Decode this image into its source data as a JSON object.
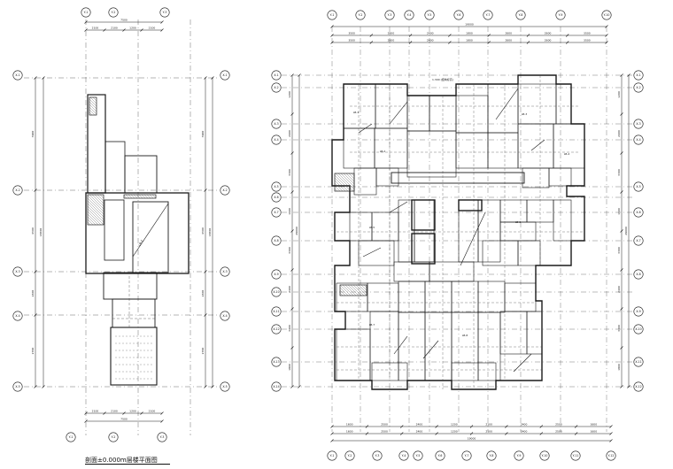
{
  "drawing": {
    "caption": "剖面±0.000m层楼平面图",
    "line_color": "#1a1a1a",
    "dash_color": "#444444",
    "hatch_color": "#555555"
  },
  "left_plan": {
    "top_axes": [
      "Y-1",
      "Y-2",
      "Y-3"
    ],
    "bottom_axes": [
      "Y-1",
      "Y-2",
      "Y-3"
    ],
    "left_axes": [
      "X-1",
      "X-2",
      "X-3",
      "X-4",
      "X-5"
    ],
    "right_axes": [
      "X-1",
      "X-2",
      "X-3",
      "X-4",
      "X-5"
    ],
    "top_dims": [
      "2100",
      "2100",
      "1200",
      "2100"
    ],
    "top_total": "7500",
    "bottom_dims": [
      "2100",
      "2100",
      "1200",
      "2100"
    ],
    "bottom_total": "7500",
    "side_dims": [
      "3900",
      "4500",
      "2400",
      "2700",
      "3300"
    ],
    "side_total": "18300"
  },
  "right_plan": {
    "top_axes": [
      "Y-1",
      "Y-2",
      "Y-3",
      "Y-4",
      "Y-5",
      "Y-6",
      "Y-7",
      "Y-8",
      "Y-9",
      "Y-10"
    ],
    "bottom_axes": [
      "Y-1",
      "Y-2",
      "Y-3",
      "Y-4",
      "Y-5",
      "Y-6",
      "Y-7",
      "Y-8",
      "Y-9",
      "Y-10",
      "Y-11",
      "Y-12"
    ],
    "left_axes": [
      "X-1",
      "X-2",
      "X-3",
      "X-4",
      "X-5",
      "X-6",
      "X-7",
      "X-8",
      "X-9",
      "X-10",
      "X-11",
      "X-12",
      "X-13",
      "X-14"
    ],
    "right_axes": [
      "X-1",
      "X-2",
      "X-3",
      "X-4",
      "X-5",
      "X-6",
      "X-7",
      "X-8",
      "X-9",
      "X-10",
      "X-11",
      "X-12"
    ],
    "top_dims": [
      "3500",
      "2600",
      "2400",
      "1800",
      "2600",
      "2600",
      "3500"
    ],
    "top_total": "19000",
    "bottom_dims": [
      "1600",
      "2500",
      "2400",
      "1200",
      "2100",
      "2400",
      "2500",
      "1600"
    ],
    "bottom_total": "19000",
    "side_dims": [
      "1200",
      "2600",
      "3300",
      "1500",
      "3300",
      "2400",
      "3300",
      "1800"
    ],
    "side_total": "29000",
    "plan_note": "1.300 (结构标高)",
    "room_labels": [
      "LB-1",
      "LB-2",
      "LB-3",
      "LB-4",
      "LB-5",
      "LB-6",
      "LB-7",
      "LB-8"
    ]
  }
}
